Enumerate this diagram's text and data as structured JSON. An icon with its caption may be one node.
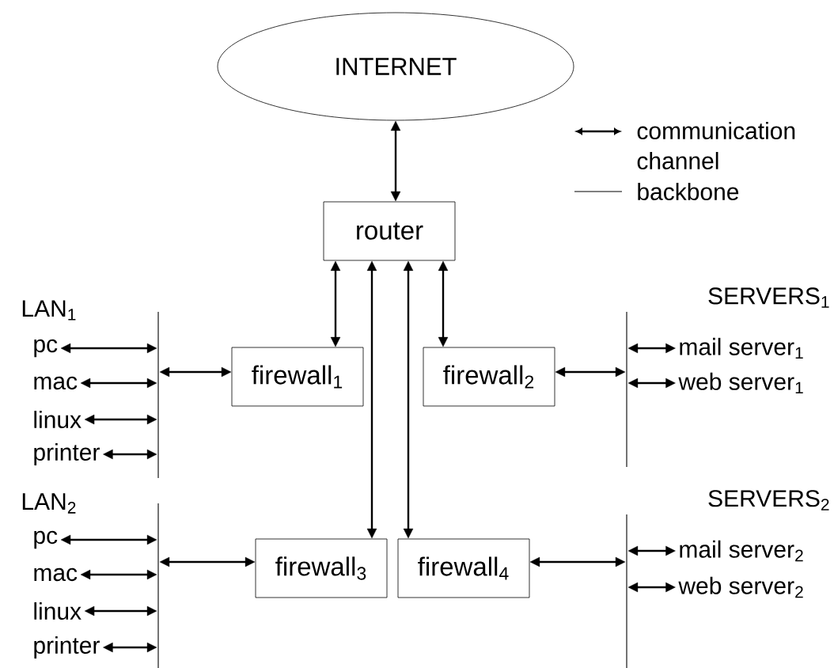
{
  "diagram": {
    "nodes": [
      {
        "text": [
          "INTERNET"
        ]
      },
      {
        "text": [
          "router"
        ]
      },
      {
        "text": [],
        "shape": "line"
      },
      {
        "text": [
          "pc"
        ]
      },
      {
        "text": [
          "mac"
        ]
      },
      {
        "text": [
          "linux"
        ]
      },
      {
        "text": [
          "printer"
        ]
      },
      {
        "text": [
          "firewall$_{1}$"
        ]
      },
      {
        "text": [
          "firewall$_{2}$"
        ]
      },
      {
        "text": [],
        "shape": "line"
      },
      {
        "text": [
          "mail server$_{1}$"
        ]
      },
      {
        "text": [
          "web server$_{1}$"
        ]
      },
      {
        "text": [],
        "shape": "line"
      },
      {
        "text": [
          "pc"
        ]
      },
      {
        "text": [
          "mac"
        ]
      },
      {
        "text": [
          "linux"
        ]
      },
      {
        "text": [
          "printer"
        ]
      },
      {
        "text": [
          "firewall$_{3}$"
        ]
      },
      {
        "text": [
          "firewall$_{4}$"
        ]
      },
      {
        "text": [],
        "shape": "line"
      },
      {
        "text": [
          "mail server$_{2}$"
        ]
      },
      {
        "text": [
          "web server$_{2}$"
        ]
      }
    ],
    "edges": [
      {
        "from": 0,
        "to": 1,
        "arrow": "both"
      },
      {
        "from": 1,
        "to": 7,
        "arrow": "both"
      },
      {
        "from": 1,
        "to": 8,
        "arrow": "both"
      },
      {
        "from": 1,
        "to": 17,
        "arrow": "both"
      },
      {
        "from": 1,
        "to": 18,
        "arrow": "both"
      },
      {
        "from": 3,
        "to": 2,
        "arrow": "both"
      },
      {
        "from": 4,
        "to": 2,
        "arrow": "both"
      },
      {
        "from": 5,
        "to": 2,
        "arrow": "both"
      },
      {
        "from": 6,
        "to": 2,
        "arrow": "both"
      },
      {
        "from": 2,
        "to": 7,
        "arrow": "both"
      },
      {
        "from": 8,
        "to": 9,
        "arrow": "both"
      },
      {
        "from": 9,
        "to": 10,
        "arrow": "both"
      },
      {
        "from": 9,
        "to": 11,
        "arrow": "both"
      },
      {
        "from": 13,
        "to": 12,
        "arrow": "both"
      },
      {
        "from": 14,
        "to": 12,
        "arrow": "both"
      },
      {
        "from": 15,
        "to": 12,
        "arrow": "both"
      },
      {
        "from": 16,
        "to": 12,
        "arrow": "both"
      },
      {
        "from": 12,
        "to": 17,
        "arrow": "both"
      },
      {
        "from": 18,
        "to": 19,
        "arrow": "both"
      },
      {
        "from": 19,
        "to": 20,
        "arrow": "both"
      },
      {
        "from": 19,
        "to": 21,
        "arrow": "both"
      }
    ],
    "labels": [
      "LAN$_{1}$",
      "SERVERS$_{1}$",
      "LAN$_{2}$",
      "SERVERS$_{2}$"
    ],
    "legend": [
      {
        "text": "communication channel"
      },
      {
        "text": "backbone"
      }
    ]
  }
}
